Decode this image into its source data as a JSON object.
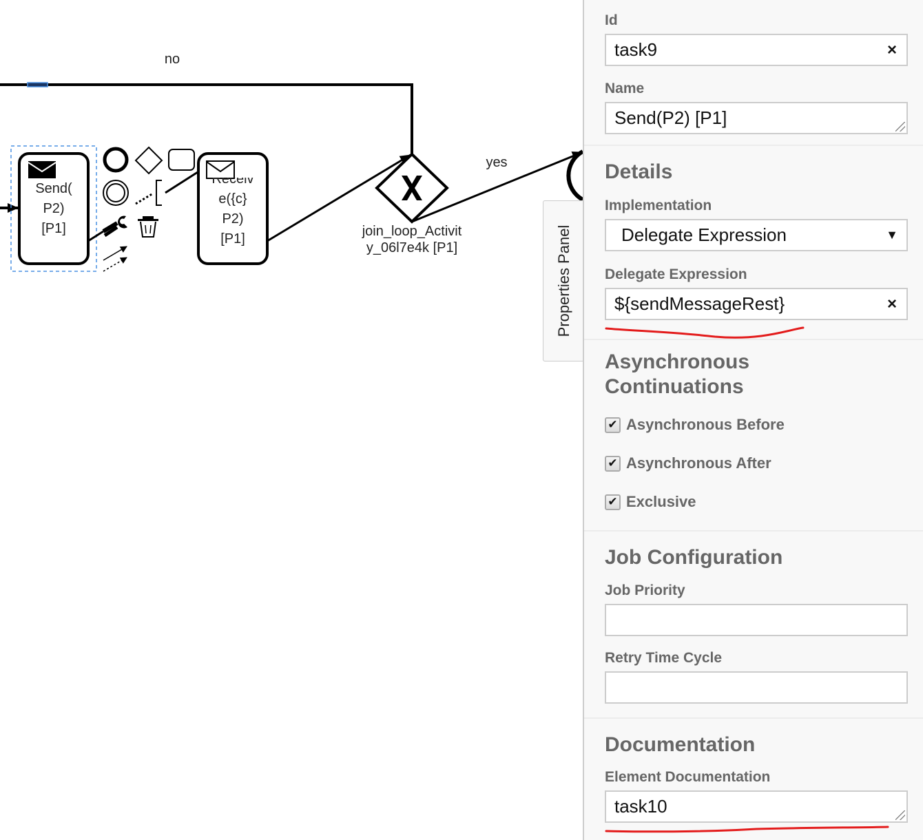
{
  "diagram": {
    "flow_labels": {
      "no": "no",
      "yes": "yes"
    },
    "tasks": [
      {
        "id": "task9",
        "label": "Send(\nP2)\n[P1]",
        "type": "send",
        "selected": true
      },
      {
        "label": "Receiv\ne({c}\nP2)\n[P1]",
        "type": "receive",
        "selected": false
      }
    ],
    "gateway": {
      "label": "join_loop_Activit\ny_06l7e4k [P1]",
      "type": "exclusive"
    },
    "context_pad": [
      "end-event-icon",
      "gateway-icon",
      "task-icon",
      "intermediate-event-icon",
      "text-annotation-icon",
      "wrench-icon",
      "trash-icon",
      "connect-icon"
    ],
    "colors": {
      "selection": "#4a90e2",
      "stroke": "#000000",
      "annotation_red": "#e31b1b"
    }
  },
  "properties_toggle": {
    "label": "Properties Panel"
  },
  "panel": {
    "general": {
      "id_label": "Id",
      "id_value": "task9",
      "name_label": "Name",
      "name_value": "Send(P2) [P1]"
    },
    "details": {
      "title": "Details",
      "implementation_label": "Implementation",
      "implementation_value": "Delegate Expression",
      "delegate_label": "Delegate Expression",
      "delegate_value": "${sendMessageRest}"
    },
    "async": {
      "title_line1": "Asynchronous",
      "title_line2": "Continuations",
      "options": [
        {
          "label": "Asynchronous Before",
          "checked": true
        },
        {
          "label": "Asynchronous After",
          "checked": true
        },
        {
          "label": "Exclusive",
          "checked": true
        }
      ]
    },
    "job": {
      "title": "Job Configuration",
      "priority_label": "Job Priority",
      "priority_value": "",
      "retry_label": "Retry Time Cycle",
      "retry_value": ""
    },
    "documentation": {
      "title": "Documentation",
      "element_label": "Element Documentation",
      "element_value": "task10"
    },
    "clear_glyph": "×",
    "dropdown_glyph": "▼",
    "check_glyph": "✔"
  }
}
